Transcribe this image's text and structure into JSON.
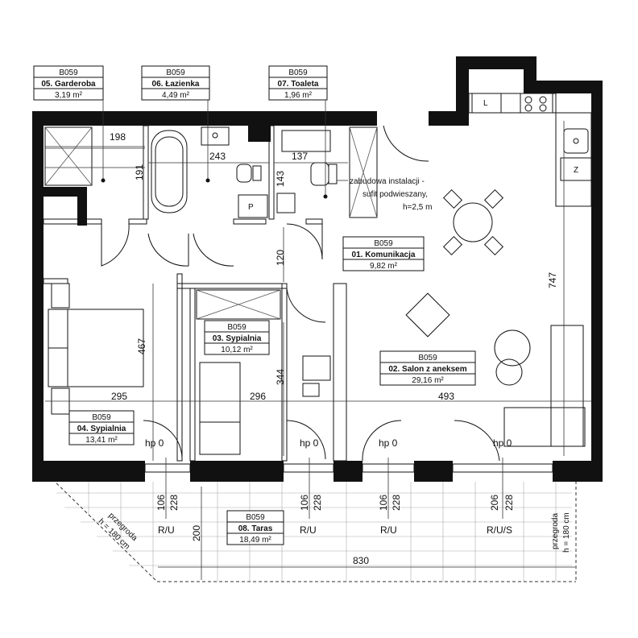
{
  "rooms": [
    {
      "code": "B059",
      "name": "05. Garderoba",
      "area": "3,19 m²"
    },
    {
      "code": "B059",
      "name": "06. Łazienka",
      "area": "4,49 m²"
    },
    {
      "code": "B059",
      "name": "07. Toaleta",
      "area": "1,96 m²"
    },
    {
      "code": "B059",
      "name": "01. Komunikacja",
      "area": "9,82 m²"
    },
    {
      "code": "B059",
      "name": "03. Sypialnia",
      "area": "10,12 m²"
    },
    {
      "code": "B059",
      "name": "02. Salon z aneksem",
      "area": "29,16 m²"
    },
    {
      "code": "B059",
      "name": "04. Sypialnia",
      "area": "13,41 m²"
    },
    {
      "code": "B059",
      "name": "08. Taras",
      "area": "18,49 m²"
    }
  ],
  "dimensions": {
    "d198": "198",
    "d243": "243",
    "d137": "137",
    "d191": "191",
    "d143": "143",
    "d120": "120",
    "d747": "747",
    "d467": "467",
    "d344": "344",
    "d295": "295",
    "d296": "296",
    "d493": "493",
    "d200": "200",
    "d830": "830"
  },
  "notes": {
    "installation_l1": "zabudowa instalacji -",
    "installation_l2": "sufit podwieszany,",
    "installation_l3": "h=2,5 m",
    "partition_l1": "przegroda",
    "partition_l2": "h = 180 cm"
  },
  "thresholds": [
    "hp 0",
    "hp 0",
    "hp 0",
    "hp 0"
  ],
  "openings": [
    {
      "w": "106",
      "h": "228",
      "type": "R/U"
    },
    {
      "w": "106",
      "h": "228",
      "type": "R/U"
    },
    {
      "w": "106",
      "h": "228",
      "type": "R/U"
    },
    {
      "w": "206",
      "h": "228",
      "type": "R/U/S"
    }
  ],
  "fixtures": {
    "fridge": "L",
    "washer": "P",
    "dishwasher": "Z"
  }
}
